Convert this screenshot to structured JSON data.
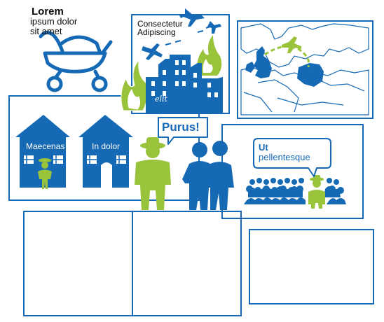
{
  "colors": {
    "blue": "#1569b5",
    "green": "#9ac33c",
    "ink": "#0a0a0a",
    "map_land": "#ffffff",
    "map_highlight": "#1569b5"
  },
  "heading": {
    "title": "Lorem",
    "line1": "ipsum dolor",
    "line2": "sit amet"
  },
  "factory": {
    "caption_line1": "Consectetur",
    "caption_line2": "Adipiscing",
    "logo_text": "elit"
  },
  "houses": {
    "left_label": "Maecenas",
    "right_label": "In dolor"
  },
  "speech": {
    "center_bubble": "Purus!",
    "right_bubble_line1": "Ut",
    "right_bubble_line2": "pellentesque"
  },
  "icons": [
    "stroller-icon",
    "plane-icon",
    "fire-icon",
    "factory-icon",
    "europe-map-icon",
    "house-icon",
    "person-icon",
    "crowd-icon",
    "speech-bubble-icon"
  ]
}
